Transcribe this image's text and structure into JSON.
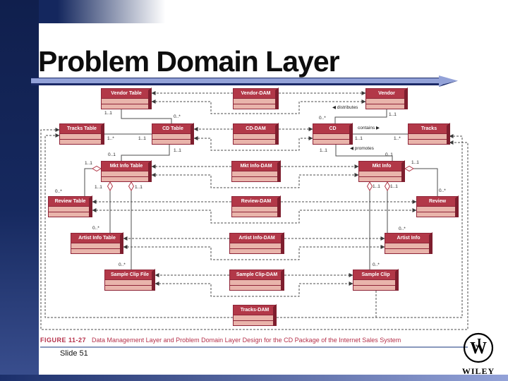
{
  "slide": {
    "title": "Problem Domain Layer",
    "slide_number_label": "Slide 51",
    "logo": {
      "monogram": "JW",
      "wordmark": "WILEY"
    }
  },
  "caption": {
    "figure_label": "FIGURE 11-27",
    "text": "Data Management Layer and Problem Domain Layer Design for the CD Package of the Internet Sales System"
  },
  "colors": {
    "box_header": "#b23848",
    "box_body": "#e9b4ab",
    "box_border": "#8e2438",
    "caption_text": "#b5304a",
    "accent_navy": "#14275e",
    "accent_periwinkle": "#93a2d8"
  },
  "diagram": {
    "boxes": [
      {
        "id": "vendor-table",
        "label": "Vendor Table"
      },
      {
        "id": "tracks-table",
        "label": "Tracks Table"
      },
      {
        "id": "cd-table",
        "label": "CD Table"
      },
      {
        "id": "mkt-info-table",
        "label": "Mkt Info Table"
      },
      {
        "id": "review-table",
        "label": "Review Table"
      },
      {
        "id": "artist-info-table",
        "label": "Artist Info Table"
      },
      {
        "id": "sample-clip-file",
        "label": "Sample Clip File"
      },
      {
        "id": "vendor-dam",
        "label": "Vendor-DAM"
      },
      {
        "id": "cd-dam",
        "label": "CD-DAM"
      },
      {
        "id": "mkt-info-dam",
        "label": "Mkt Info-DAM"
      },
      {
        "id": "review-dam",
        "label": "Review-DAM"
      },
      {
        "id": "artist-info-dam",
        "label": "Artist Info-DAM"
      },
      {
        "id": "sample-clip-dam",
        "label": "Sample Clip-DAM"
      },
      {
        "id": "tracks-dam",
        "label": "Tracks-DAM"
      },
      {
        "id": "vendor",
        "label": "Vendor"
      },
      {
        "id": "cd",
        "label": "CD"
      },
      {
        "id": "tracks",
        "label": "Tracks"
      },
      {
        "id": "mkt-info",
        "label": "Mkt Info"
      },
      {
        "id": "review",
        "label": "Review"
      },
      {
        "id": "artist-info",
        "label": "Artist Info"
      },
      {
        "id": "sample-clip",
        "label": "Sample Clip"
      }
    ],
    "labels": [
      {
        "text": "1..1"
      },
      {
        "text": "0..*"
      },
      {
        "text": "1..*"
      },
      {
        "text": "1..1"
      },
      {
        "text": "1..1"
      },
      {
        "text": "0..1"
      },
      {
        "text": "1..1"
      },
      {
        "text": "0..*"
      },
      {
        "text": "1..1"
      },
      {
        "text": "1..1"
      },
      {
        "text": "0..*"
      },
      {
        "text": "0..*"
      },
      {
        "text": "◀ distributes"
      },
      {
        "text": "0..*"
      },
      {
        "text": "1..1"
      },
      {
        "text": "contains ▶"
      },
      {
        "text": "1..1"
      },
      {
        "text": "1..*"
      },
      {
        "text": "1..1"
      },
      {
        "text": "◀ promotes"
      },
      {
        "text": "0..1"
      },
      {
        "text": "1..1"
      },
      {
        "text": "0..*"
      },
      {
        "text": "1..1"
      },
      {
        "text": "1..1"
      },
      {
        "text": "0..*"
      },
      {
        "text": "0..*"
      }
    ],
    "connections": [
      {
        "from": "Vendor Table",
        "to": "CD Table",
        "type": "association"
      },
      {
        "from": "Tracks Table",
        "to": "CD Table",
        "type": "association"
      },
      {
        "from": "CD Table",
        "to": "Mkt Info Table",
        "type": "association"
      },
      {
        "from": "Mkt Info Table",
        "to": "Review Table",
        "type": "aggregation"
      },
      {
        "from": "Mkt Info Table",
        "to": "Artist Info Table",
        "type": "aggregation"
      },
      {
        "from": "Mkt Info Table",
        "to": "Sample Clip File",
        "type": "aggregation"
      },
      {
        "from": "Vendor",
        "to": "CD",
        "type": "association",
        "name": "distributes"
      },
      {
        "from": "CD",
        "to": "Tracks",
        "type": "association",
        "name": "contains"
      },
      {
        "from": "CD",
        "to": "Mkt Info",
        "type": "association",
        "name": "promotes"
      },
      {
        "from": "Mkt Info",
        "to": "Review",
        "type": "aggregation"
      },
      {
        "from": "Mkt Info",
        "to": "Artist Info",
        "type": "aggregation"
      },
      {
        "from": "Mkt Info",
        "to": "Sample Clip",
        "type": "aggregation"
      },
      {
        "from": "Vendor-DAM",
        "to": "Vendor Table / Vendor",
        "type": "dashed dependency"
      },
      {
        "from": "CD-DAM",
        "to": "CD Table / CD",
        "type": "dashed dependency"
      },
      {
        "from": "Mkt Info-DAM",
        "to": "Mkt Info Table / Mkt Info",
        "type": "dashed dependency"
      },
      {
        "from": "Review-DAM",
        "to": "Review Table / Review",
        "type": "dashed dependency"
      },
      {
        "from": "Artist Info-DAM",
        "to": "Artist Info Table / Artist Info",
        "type": "dashed dependency"
      },
      {
        "from": "Sample Clip-DAM",
        "to": "Sample Clip File / Sample Clip",
        "type": "dashed dependency"
      },
      {
        "from": "Tracks-DAM",
        "to": "Tracks Table / Tracks",
        "type": "dashed dependency"
      }
    ]
  }
}
